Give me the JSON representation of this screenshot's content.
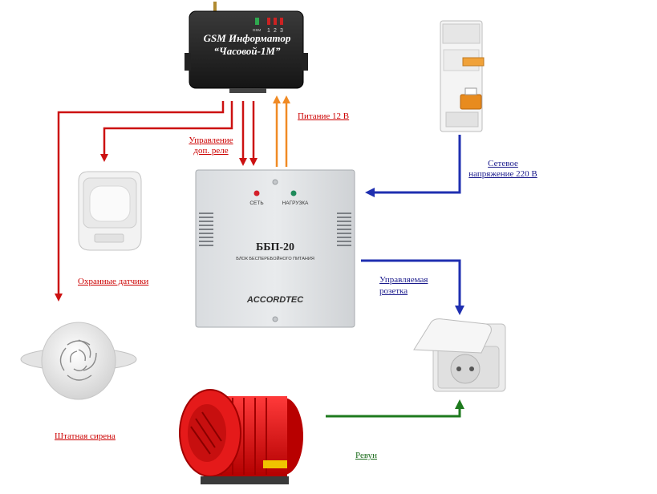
{
  "devices": {
    "gsm": {
      "line1": "GSM Информатор",
      "line2": "“Часовой-1М”",
      "indicator_labels": [
        "GSM",
        "1",
        "2",
        "3"
      ]
    },
    "ups": {
      "led_left": "СЕТЬ",
      "led_right": "НАГРУЗКА",
      "model": "ББП-20",
      "subtitle": "БЛОК БЕСПЕРЕБОЙНОГО ПИТАНИЯ",
      "brand": "ACCORDTEC"
    }
  },
  "labels": {
    "power12": "Питание 12 В",
    "relay_line1": "Управление",
    "relay_line2": "доп. реле",
    "mains_line1": "Сетевое",
    "mains_line2": "напряжение 220 В",
    "guard_sensors": "Охранные датчики",
    "controlled_line1": "Управляемая",
    "controlled_line2": "розетка",
    "siren": "Штатная сирена",
    "howler": "Ревун"
  },
  "colors": {
    "control_line": "#cc1111",
    "power_line": "#f08a24",
    "mains_line": "#1f2fb0",
    "howler_line": "#1e7a1e"
  }
}
